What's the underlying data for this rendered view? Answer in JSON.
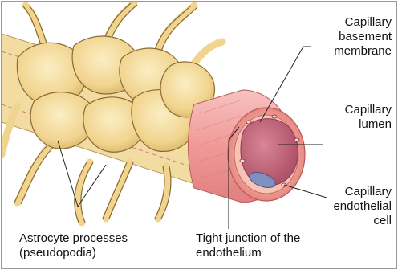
{
  "labels": {
    "basement_membrane": "Capillary\nbasement\nmembrane",
    "lumen": "Capillary\nlumen",
    "endothelial_cell": "Capillary\nendothelial\ncell",
    "astrocyte_processes": "Astrocyte processes\n(pseudopodia)",
    "tight_junction": "Tight junction of the\nendothelium"
  },
  "colors": {
    "astrocyte_fill": "#f1d48e",
    "astrocyte_stroke": "#8a6a35",
    "vessel_wall": "#ef9a98",
    "lumen": "#c7687a",
    "endothelial_nucleus": "#7f8fc0",
    "leader_line": "#222222"
  }
}
